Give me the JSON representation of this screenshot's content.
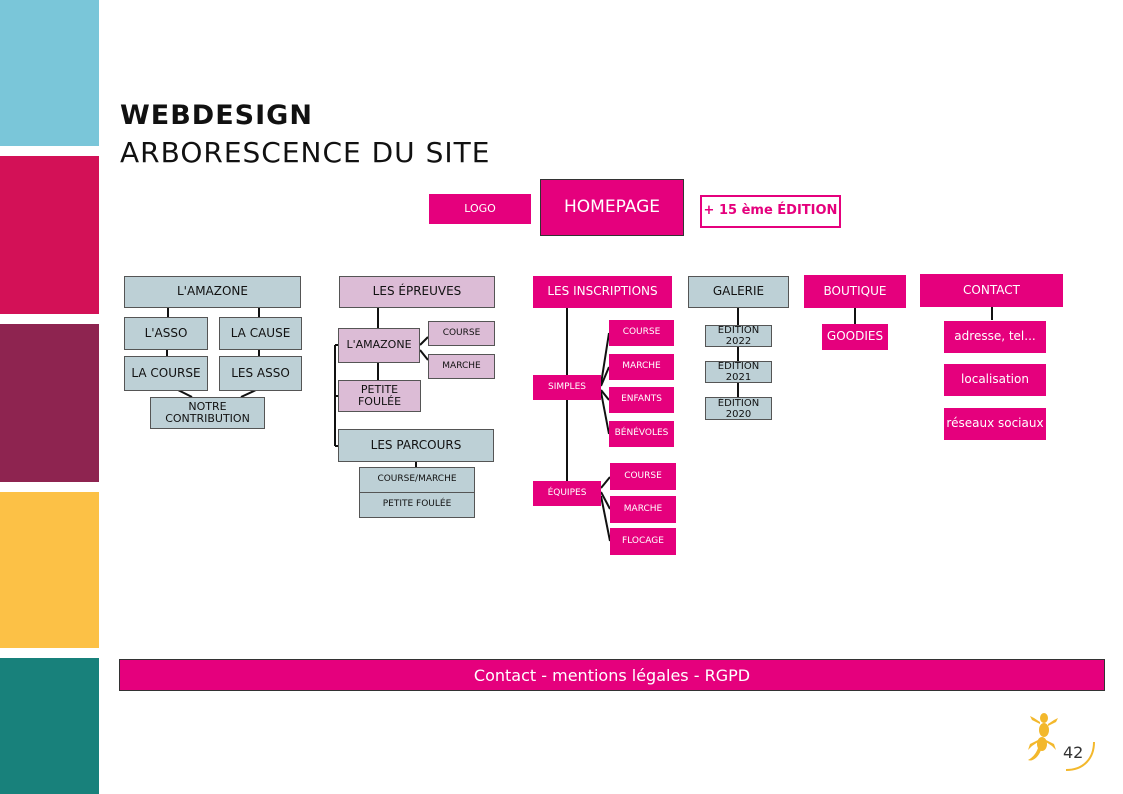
{
  "colors": {
    "strip1": "#7ac6d9",
    "strip2": "#d31157",
    "strip3": "#8e2450",
    "strip4": "#fcc146",
    "strip5": "#18817b",
    "pink": "#e5007d",
    "gray": "#bdd0d6",
    "lilac": "#dcbcd6",
    "gold": "#f3b82c"
  },
  "header": {
    "title": "WEBDESIGN",
    "subtitle": "ARBORESCENCE DU SITE"
  },
  "top": {
    "logo": "LOGO",
    "homepage": "HOMEPAGE",
    "edition": "+ 15 ème ÉDITION"
  },
  "amazone": {
    "root": "L'AMAZONE",
    "asso": "L'ASSO",
    "cause": "LA CAUSE",
    "course": "LA COURSE",
    "lesasso": "LES ASSO",
    "contribution": "NOTRE CONTRIBUTION"
  },
  "epreuves": {
    "root": "LES ÉPREUVES",
    "amazone": "L'AMAZONE",
    "course": "COURSE",
    "marche": "MARCHE",
    "petite": "PETITE FOULÉE",
    "parcours": "LES PARCOURS",
    "course_marche": "COURSE/MARCHE",
    "petite_foulee": "PETITE FOULÉE"
  },
  "inscriptions": {
    "root": "LES INSCRIPTIONS",
    "simples": "SIMPLES",
    "simples_items": [
      "COURSE",
      "MARCHE",
      "ENFANTS",
      "BÉNÉVOLES"
    ],
    "equipes": "ÉQUIPES",
    "equipes_items": [
      "COURSE",
      "MARCHE",
      "FLOCAGE"
    ]
  },
  "galerie": {
    "root": "GALERIE",
    "items": [
      "ÉDITION 2022",
      "ÉDITION 2021",
      "ÉDITION 2020"
    ]
  },
  "boutique": {
    "root": "BOUTIQUE",
    "goodies": "GOODIES"
  },
  "contact": {
    "root": "CONTACT",
    "items": [
      "adresse, tel...",
      "localisation",
      "réseaux sociaux"
    ]
  },
  "footer": {
    "text": "Contact - mentions légales - RGPD"
  },
  "page": {
    "number": "42"
  }
}
